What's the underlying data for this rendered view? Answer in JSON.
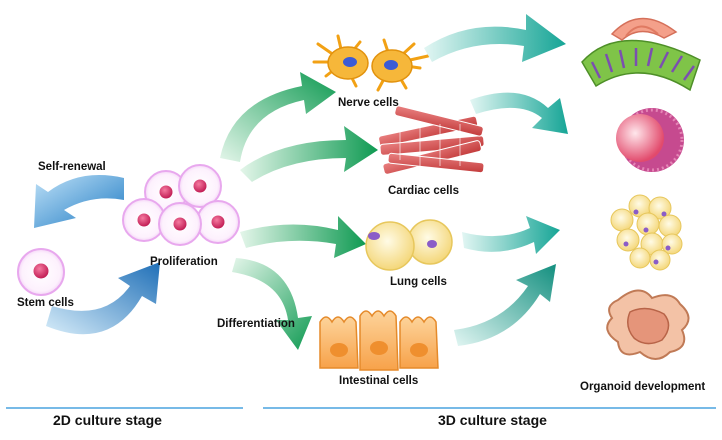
{
  "labels": {
    "self_renewal": "Self-renewal",
    "stem_cells": "Stem cells",
    "proliferation": "Proliferation",
    "differentiation": "Differentiation",
    "nerve_cells": "Nerve cells",
    "cardiac_cells": "Cardiac cells",
    "lung_cells": "Lung cells",
    "intestinal_cells": "Intestinal cells",
    "organoid_development": "Organoid development"
  },
  "stages": {
    "stage_2d": "2D culture stage",
    "stage_3d": "3D culture stage"
  },
  "colors": {
    "stage_line": "#4aa3df",
    "blue_arrow": "#1f7bc4",
    "green_arrow": "#14a05a",
    "teal_arrow": "#17a89a",
    "cell_membrane": "#e9a6ef",
    "nucleus": "#d0245e"
  }
}
